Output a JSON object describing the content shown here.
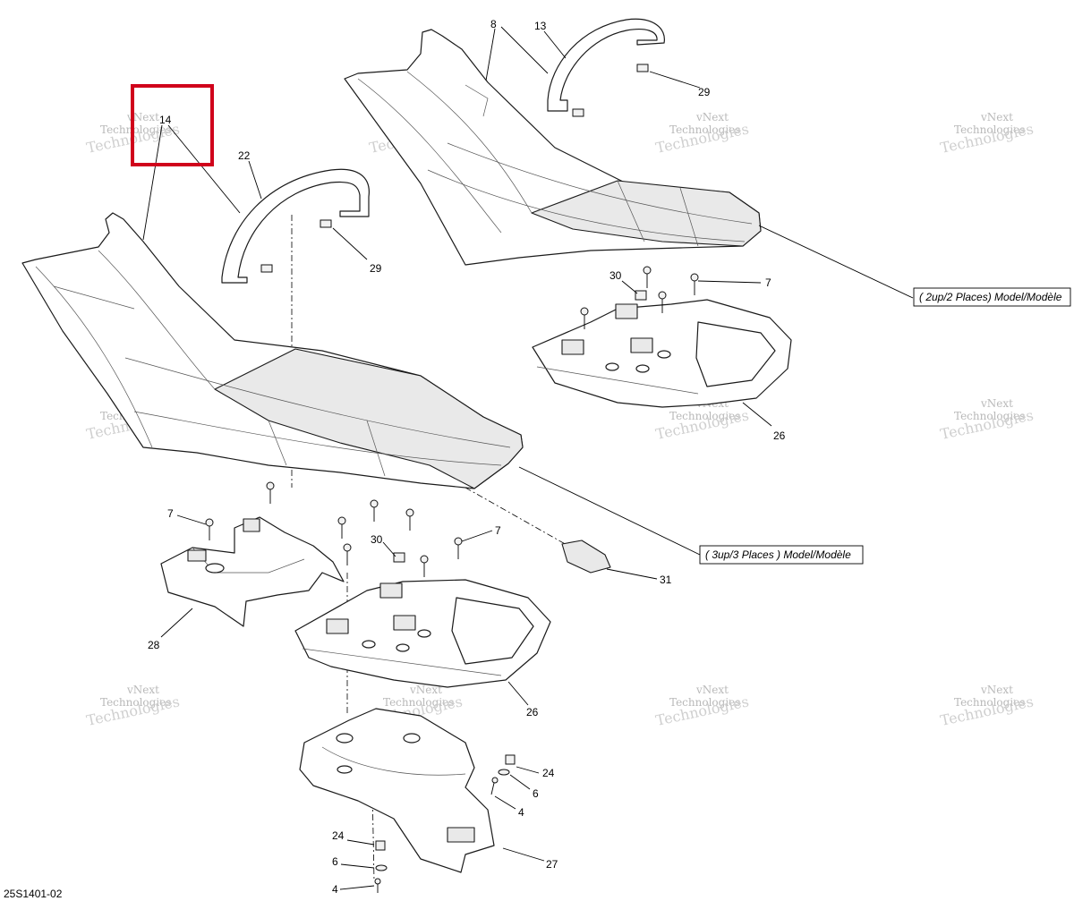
{
  "diagram": {
    "drawing_code": "25S1401-02",
    "highlight_box_callout": "14",
    "watermark_line1": "vNext",
    "watermark_line2": "Technologies",
    "model_labels": {
      "two_up": "( 2up/2 Places) Model/Modèle",
      "three_up": "( 3up/3 Places ) Model/Modèle"
    },
    "callouts": {
      "c8": "8",
      "c13": "13",
      "c29a": "29",
      "c14": "14",
      "c22": "22",
      "c29b": "29",
      "c30a": "30",
      "c7a": "7",
      "c26a": "26",
      "c7b": "7",
      "c30b": "30",
      "c7c": "7",
      "c31": "31",
      "c28": "28",
      "c26b": "26",
      "c24a": "24",
      "c6a": "6",
      "c4a": "4",
      "c27": "27",
      "c24b": "24",
      "c6b": "6",
      "c4b": "4"
    },
    "colors": {
      "highlight": "#d0021b",
      "line": "#1a1a1a",
      "watermark": "#b9b9b9"
    }
  }
}
